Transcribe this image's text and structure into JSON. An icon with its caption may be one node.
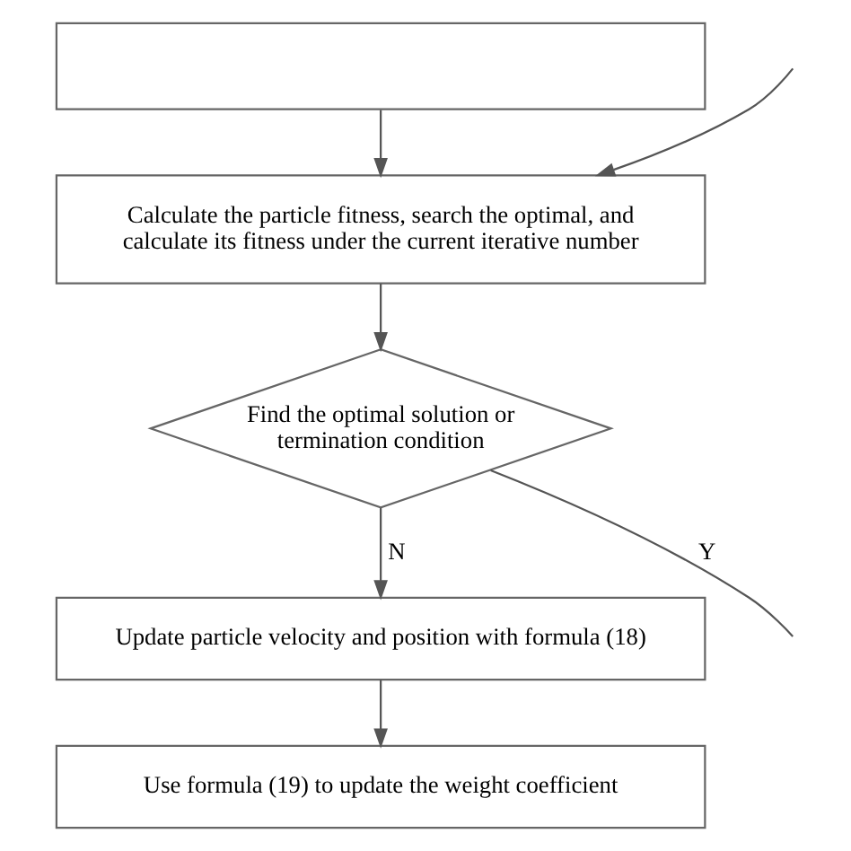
{
  "diagram": {
    "nodes": [
      {
        "text": [],
        "shape": "box"
      },
      {
        "text": [
          "Calculate the particle fitness, search the optimal, and calculate its fitness under the current iterative number"
        ]
      },
      {
        "text": [
          "Find the optimal solution or termination condition"
        ]
      },
      {
        "text": [
          "Update particle velocity and position with formula (18)"
        ]
      },
      {
        "text": [
          "Use formula (19) to update the weight coefficient"
        ]
      }
    ],
    "edges": [
      {
        "from": 0,
        "to": 1,
        "arrow": "to"
      },
      {
        "from": null,
        "to": 1,
        "arrow": "to"
      },
      {
        "from": 1,
        "to": 2,
        "arrow": "to"
      },
      {
        "from": 2,
        "to": null,
        "arrow": "none",
        "label": "Y"
      },
      {
        "from": 2,
        "to": 3,
        "arrow": "to",
        "label": "N"
      },
      {
        "from": 3,
        "to": 4,
        "arrow": "to"
      }
    ]
  }
}
